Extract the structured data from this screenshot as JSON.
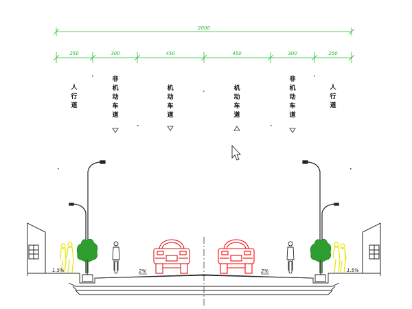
{
  "drawing": {
    "total_width": "2000",
    "segments": [
      {
        "width": "250",
        "label": [
          "人",
          "行",
          "道"
        ]
      },
      {
        "width": "300",
        "label": [
          "非",
          "机",
          "动",
          "车",
          "道"
        ]
      },
      {
        "width": "450",
        "label": [
          "机",
          "动",
          "车",
          "道"
        ]
      },
      {
        "width": "450",
        "label": [
          "机",
          "动",
          "车",
          "道"
        ]
      },
      {
        "width": "300",
        "label": [
          "非",
          "机",
          "动",
          "车",
          "道"
        ]
      },
      {
        "width": "250",
        "label": [
          "人",
          "行",
          "道"
        ]
      }
    ],
    "slopes": [
      "1.5%",
      "2%",
      "2%",
      "1.5%"
    ]
  },
  "colors": {
    "dimension": "#22bb22",
    "vehicle_left": "#d81414",
    "vehicle_right": "#ff0000",
    "tree": "#2e9e2e",
    "pedestrian": "#e6e600",
    "linework": "#222222"
  },
  "icons": {
    "cursor": "arrow-cursor-icon",
    "direction_down": "triangle-down-icon",
    "direction_up": "triangle-up-icon"
  }
}
